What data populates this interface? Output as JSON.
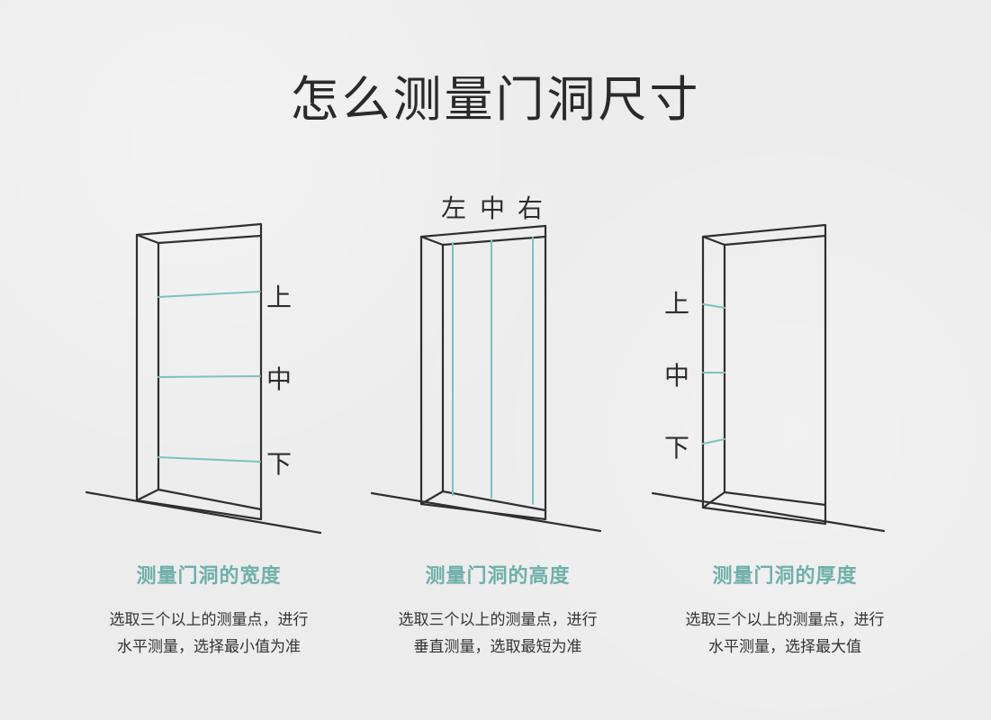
{
  "title": "怎么测量门洞尺寸",
  "panels": [
    {
      "heading": "测量门洞的宽度",
      "desc_lines": [
        "选取三个以上的测量点，进行",
        "水平测量，选择最小值为准"
      ],
      "labels": [
        "上",
        "中",
        "下"
      ]
    },
    {
      "heading": "测量门洞的高度",
      "desc_lines": [
        "选取三个以上的测量点，进行",
        "垂直测量，选取最短为准"
      ],
      "labels": [
        "左",
        "中",
        "右"
      ]
    },
    {
      "heading": "测量门洞的厚度",
      "desc_lines": [
        "选取三个以上的测量点，进行",
        "水平测量，选择最大值"
      ],
      "labels": [
        "上",
        "中",
        "下"
      ]
    }
  ],
  "colors": {
    "accent": "#6fb0aa",
    "line": "#2f2f2f",
    "measure": "#7bc2bf"
  }
}
